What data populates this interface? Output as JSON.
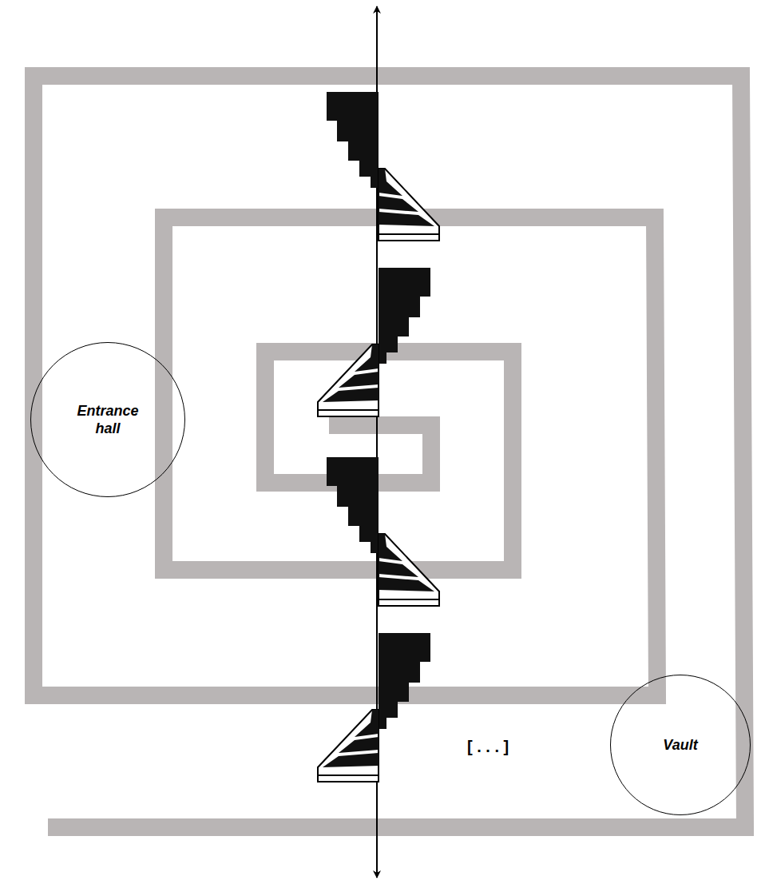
{
  "diagram": {
    "nodes": [
      {
        "text": [
          "Entrance hall"
        ]
      },
      {
        "text": [
          "Vault"
        ]
      }
    ],
    "labels": [
      "[ . . . ]"
    ]
  }
}
